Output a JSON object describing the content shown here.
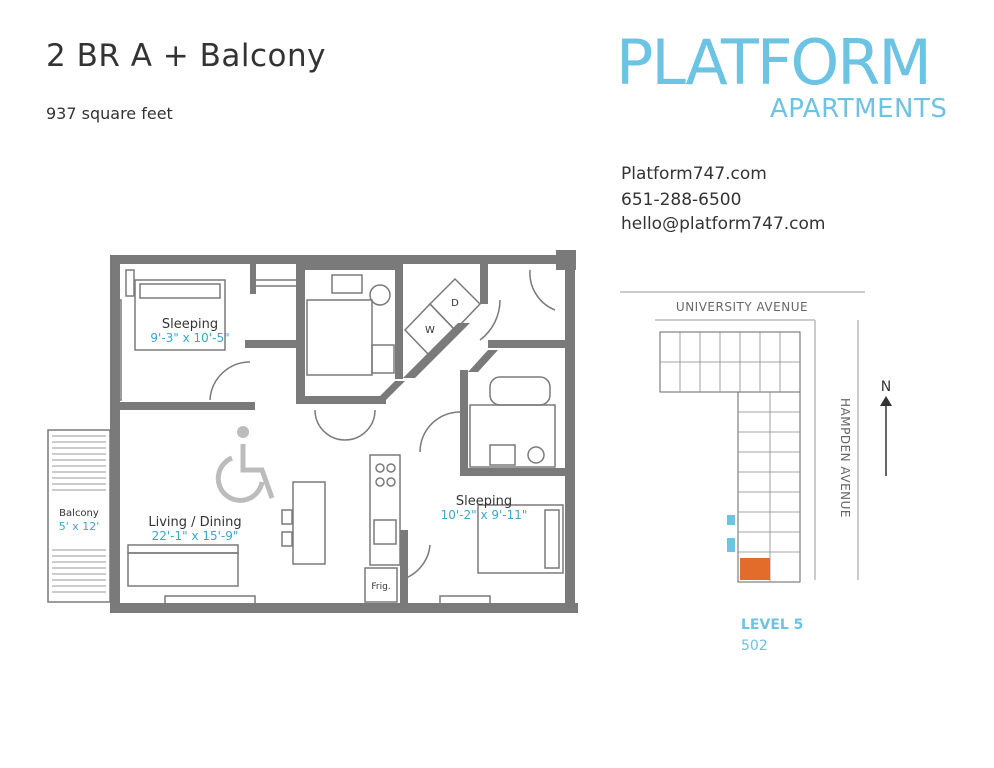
{
  "header": {
    "unit_title": "2 BR A + Balcony",
    "square_feet": "937 square feet"
  },
  "logo": {
    "main": "PLATFORM",
    "sub": "APARTMENTS",
    "color": "#6cc3e4"
  },
  "contact": {
    "website": "Platform747.com",
    "phone": "651-288-6500",
    "email": "hello@platform747.com"
  },
  "floorplan": {
    "rooms": [
      {
        "name": "Sleeping",
        "dims": "9'-3\" x 10'-5\""
      },
      {
        "name": "Living / Dining",
        "dims": "22'-1\" x 15'-9\""
      },
      {
        "name": "Sleeping",
        "dims": "10'-2\" x 9'-11\""
      },
      {
        "name": "Balcony",
        "dims": "5' x 12'"
      }
    ],
    "fixtures": {
      "washer": "W",
      "dryer": "D",
      "fridge": "Frig."
    },
    "wall_color": "#7a7a7a",
    "accessible_icon": "wheelchair-icon"
  },
  "site_map": {
    "street_top": "UNIVERSITY AVENUE",
    "street_right": "HAMPDEN AVENUE",
    "north": "N",
    "level": "LEVEL 5",
    "unit": "502",
    "highlight_color": "#e36c2b",
    "accent_color": "#6cc3e4"
  }
}
